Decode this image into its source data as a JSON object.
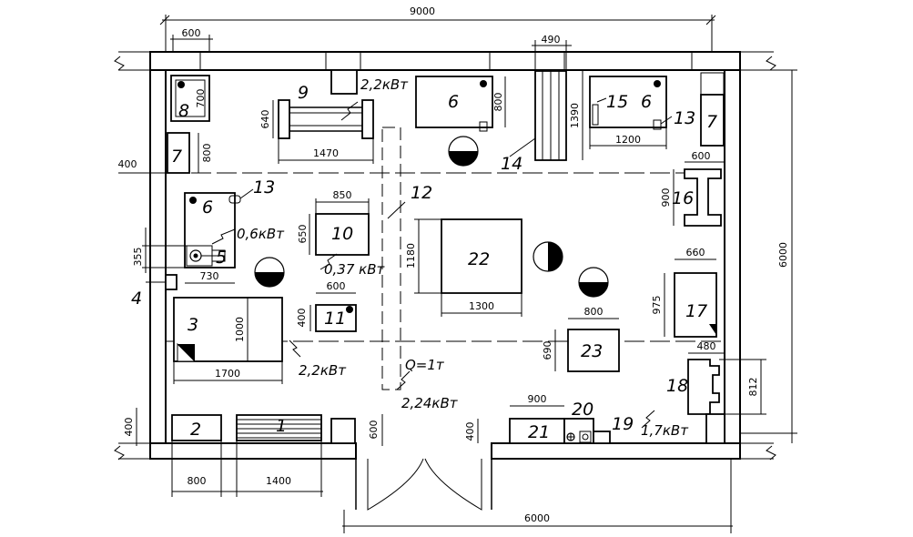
{
  "dimensions": {
    "overall_width": "9000",
    "top_600": "600",
    "top_490": "490",
    "d700": "700",
    "d640": "640",
    "d1470": "1470",
    "d800_eq6": "800",
    "d1390": "1390",
    "d1200": "1200",
    "d600_right": "600",
    "d400_left": "400",
    "d800_left": "800",
    "d850": "850",
    "d650": "650",
    "d355": "355",
    "d730": "730",
    "d600_eq11": "600",
    "d400_eq11": "400",
    "d1000": "1000",
    "d1700": "1700",
    "d1180": "1180",
    "d1300": "1300",
    "d900_right": "900",
    "d660": "660",
    "d975": "975",
    "d800_eq23": "800",
    "d690": "690",
    "d480": "480",
    "d812": "812",
    "d6000_right": "6000",
    "d400_bottom": "400",
    "d600_bottom": "600",
    "d800_bottom": "800",
    "d1400_bottom": "1400",
    "d900_eq21": "900",
    "d400_eq21": "400",
    "d6000_bottom": "6000"
  },
  "equipment_labels": {
    "e1": "1",
    "e2": "2",
    "e3": "3",
    "e4": "4",
    "e5": "5",
    "e6a": "6",
    "e6b": "6",
    "e6c": "6",
    "e7a": "7",
    "e7b": "7",
    "e8": "8",
    "e9": "9",
    "e10": "10",
    "e11": "11",
    "e12": "12",
    "e13a": "13",
    "e13b": "13",
    "e14": "14",
    "e15": "15",
    "e16": "16",
    "e17": "17",
    "e18": "18",
    "e19": "19",
    "e20": "20",
    "e21": "21",
    "e22": "22",
    "e23": "23"
  },
  "power_labels": {
    "p9": "2,2кВт",
    "p5": "0,6кВт",
    "p10": "0,37 кВт",
    "p3": "2,2кВт",
    "crane_load": "Q=1т",
    "crane_power": "2,24кВт",
    "p18": "1,7кВт"
  }
}
